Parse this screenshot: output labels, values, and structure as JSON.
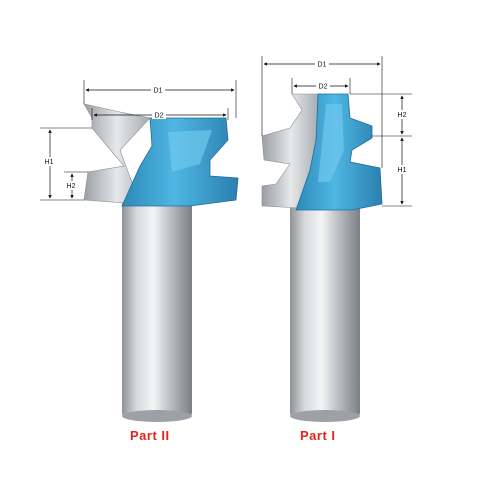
{
  "colors": {
    "accent": "#3fa7d6",
    "accent_dark": "#1f6f99",
    "steel": "#c9ccd0",
    "label_red": "#e0261c"
  },
  "left_bit": {
    "part_label": "Part II",
    "dims": {
      "d1": "D1",
      "d2": "D2",
      "h1": "H1",
      "h2": "H2"
    }
  },
  "right_bit": {
    "part_label": "Part I",
    "dims": {
      "d1": "D1",
      "d2": "D2",
      "h1": "H1",
      "h2": "H2"
    }
  }
}
